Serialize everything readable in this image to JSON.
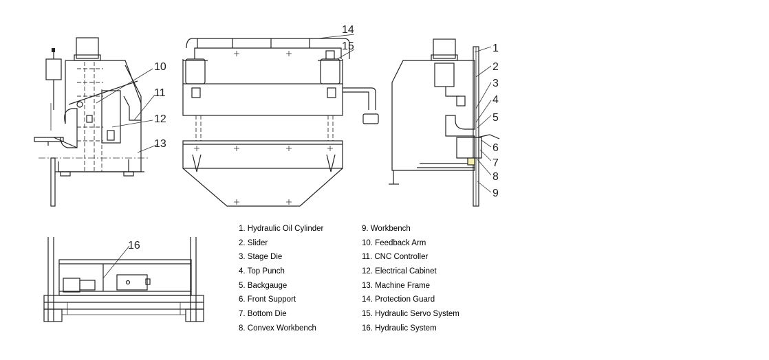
{
  "callouts": [
    "1",
    "2",
    "3",
    "4",
    "5",
    "6",
    "7",
    "8",
    "9",
    "10",
    "11",
    "12",
    "13",
    "14",
    "15",
    "16"
  ],
  "legend": {
    "left": [
      "1. Hydraulic Oil Cylinder",
      "2. Slider",
      "3. Stage Die",
      "4. Top Punch",
      "5. Backgauge",
      "6. Front Support",
      "7. Bottom Die",
      "8. Convex Workbench"
    ],
    "right": [
      "9. Workbench",
      "10. Feedback Arm",
      "11. CNC Controller",
      "12. Electrical Cabinet",
      "13. Machine Frame",
      "14. Protection Guard",
      "15. Hydraulic Servo System",
      "16. Hydraulic System"
    ]
  }
}
